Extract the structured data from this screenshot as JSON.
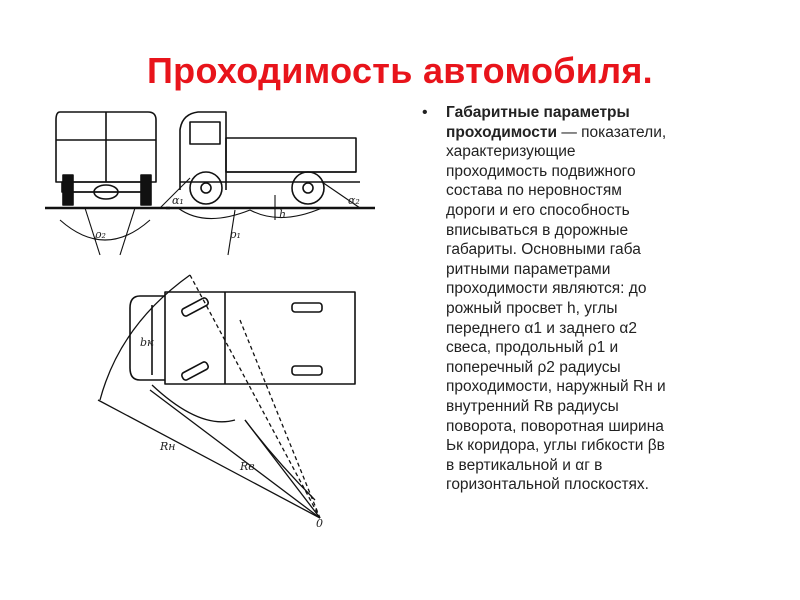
{
  "title": "Проходимость автомобиля.",
  "bullet": "•",
  "text": {
    "lines_bold": [
      "Габаритные параметры",
      "проходимости"
    ],
    "line2_rest": " — показатели,",
    "lines": [
      "характеризующие",
      "проходимость подвижного",
      "состава по неровностям",
      "дороги и его способность",
      "вписываться в дорожные",
      "габариты. Основными габа",
      "ритными параметрами",
      "проходимости являются: до",
      "рожный просвет h, углы",
      "переднего α1 и заднего α2",
      "свеса, продольный ρ1 и",
      "поперечный ρ2 радиусы",
      "проходимости, наружный Rн и",
      "внутренний Rв радиусы",
      "поворота, поворотная ширина",
      "Ьк коридора, углы гибкости βв",
      "в вертикальной и αг в",
      "горизонтальной плоскостях."
    ]
  },
  "figure_labels": {
    "alpha1": "α₁",
    "alpha2": "α₂",
    "rho1": "ρ₁",
    "rho2": "ρ₂",
    "h": "h",
    "b_k": "bк",
    "R_n": "Rн",
    "R_v": "Rв",
    "origin": "0"
  }
}
